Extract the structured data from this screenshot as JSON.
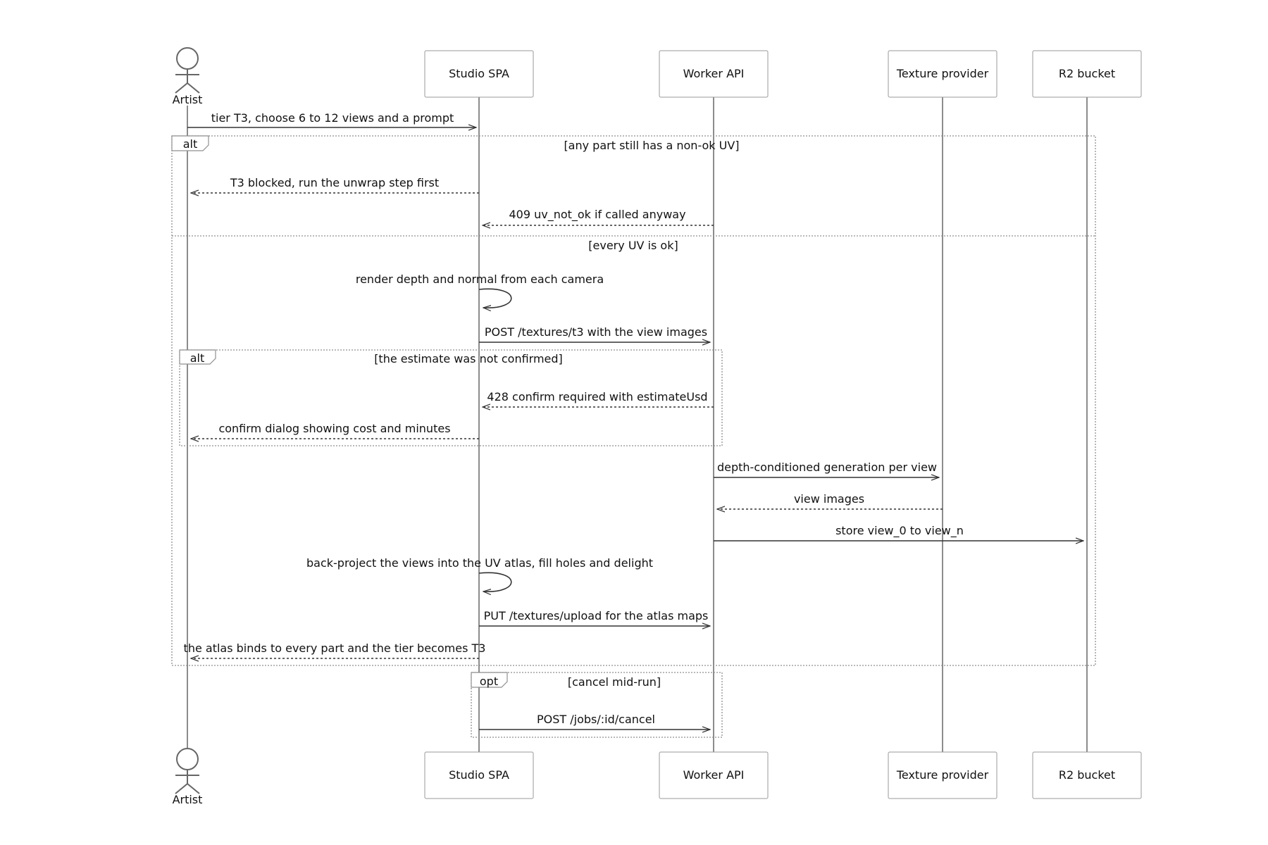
{
  "participants": [
    {
      "id": "artist",
      "label": "Artist",
      "kind": "actor"
    },
    {
      "id": "spa",
      "label": "Studio SPA",
      "kind": "box"
    },
    {
      "id": "api",
      "label": "Worker API",
      "kind": "box"
    },
    {
      "id": "tex",
      "label": "Texture provider",
      "kind": "box"
    },
    {
      "id": "r2",
      "label": "R2 bucket",
      "kind": "box"
    }
  ],
  "messages": [
    {
      "from": "artist",
      "to": "spa",
      "text": "tier T3, choose 6 to 12 views and a prompt",
      "style": "solid"
    },
    {
      "from": "spa",
      "to": "artist",
      "text": "T3 blocked, run the unwrap step first",
      "style": "dashed"
    },
    {
      "from": "api",
      "to": "spa",
      "text": "409 uv_not_ok if called anyway",
      "style": "dashed"
    },
    {
      "from": "spa",
      "to": "spa",
      "text": "render depth and normal from each camera",
      "style": "self"
    },
    {
      "from": "spa",
      "to": "api",
      "text": "POST /textures/t3 with the view images",
      "style": "solid"
    },
    {
      "from": "api",
      "to": "spa",
      "text": "428 confirm required with estimateUsd",
      "style": "dashed"
    },
    {
      "from": "spa",
      "to": "artist",
      "text": "confirm dialog showing cost and minutes",
      "style": "dashed"
    },
    {
      "from": "api",
      "to": "tex",
      "text": "depth-conditioned generation per view",
      "style": "solid"
    },
    {
      "from": "tex",
      "to": "api",
      "text": "view images",
      "style": "dashed"
    },
    {
      "from": "api",
      "to": "r2",
      "text": "store view_0 to view_n",
      "style": "solid"
    },
    {
      "from": "spa",
      "to": "spa",
      "text": "back-project the views into the UV atlas, fill holes and delight",
      "style": "self"
    },
    {
      "from": "spa",
      "to": "api",
      "text": "PUT /textures/upload for the atlas maps",
      "style": "solid"
    },
    {
      "from": "spa",
      "to": "artist",
      "text": "the atlas binds to every part and the tier becomes T3",
      "style": "dashed"
    },
    {
      "from": "spa",
      "to": "api",
      "text": "POST /jobs/:id/cancel",
      "style": "solid"
    }
  ],
  "fragments": [
    {
      "keyword": "alt",
      "condition": "[any part still has a non-ok UV]",
      "else_condition": "[every UV is ok]"
    },
    {
      "keyword": "alt",
      "condition": "[the estimate was not confirmed]"
    },
    {
      "keyword": "opt",
      "condition": "[cancel mid-run]"
    }
  ]
}
